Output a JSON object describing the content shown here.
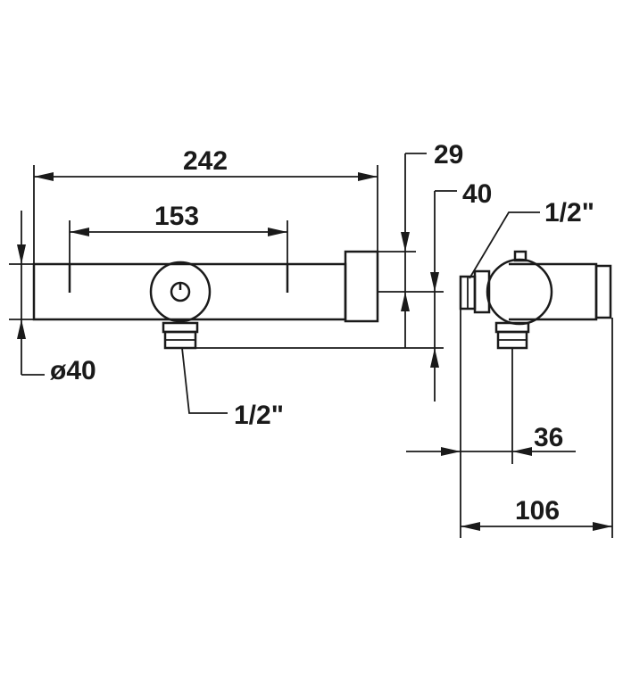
{
  "dimensions": {
    "overall_length": "242",
    "connection_centres": "153",
    "spindle_offset": "29",
    "wall_offset": "40",
    "body_diameter": "ø40",
    "outlet_thread_front": "1/2\"",
    "inlet_thread_side": "1/2\"",
    "outlet_offset_side": "36",
    "overall_depth": "106"
  },
  "colors": {
    "line": "#1a1a1a",
    "background": "#ffffff"
  }
}
